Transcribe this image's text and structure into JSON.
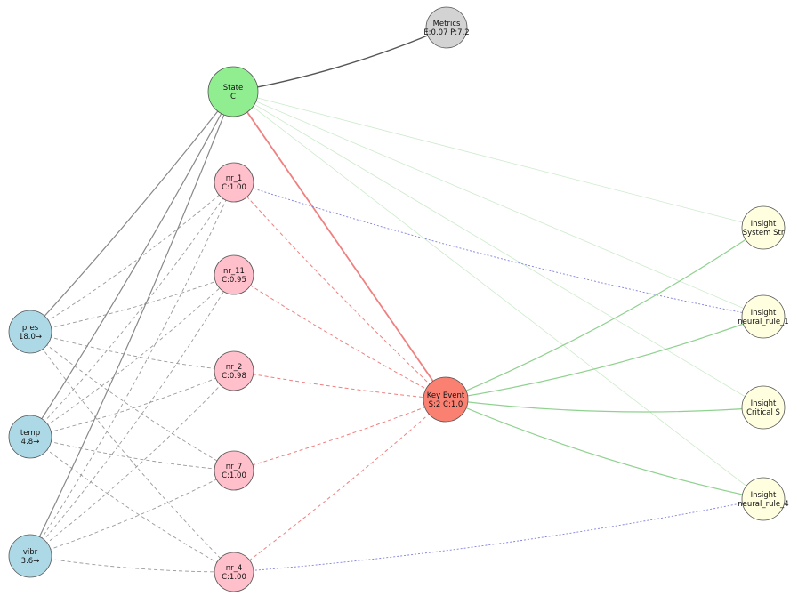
{
  "colors": {
    "sensor": "#add8e6",
    "rule": "#ffc0cb",
    "state": "#90ee90",
    "metrics": "#d3d3d3",
    "event": "#fa8072",
    "insight": "#ffffe0",
    "edge_gray": "#888888",
    "edge_dark": "#555555",
    "edge_red": "#f08080",
    "edge_green": "#8fd18f",
    "edge_purple": "#8080e0"
  },
  "nodes": [
    {
      "id": "metrics",
      "kind": "metrics",
      "line1": "Metrics",
      "line2": "E:0.07 P:7.2"
    },
    {
      "id": "state",
      "kind": "state",
      "line1": "State",
      "line2": "C"
    },
    {
      "id": "nr_1",
      "kind": "rule",
      "line1": "nr_1",
      "line2": "C:1.00"
    },
    {
      "id": "nr_11",
      "kind": "rule",
      "line1": "nr_11",
      "line2": "C:0.95"
    },
    {
      "id": "nr_2",
      "kind": "rule",
      "line1": "nr_2",
      "line2": "C:0.98"
    },
    {
      "id": "nr_7",
      "kind": "rule",
      "line1": "nr_7",
      "line2": "C:1.00"
    },
    {
      "id": "nr_4",
      "kind": "rule",
      "line1": "nr_4",
      "line2": "C:1.00"
    },
    {
      "id": "pres",
      "kind": "sensor",
      "line1": "pres",
      "line2": "18.0→"
    },
    {
      "id": "temp",
      "kind": "sensor",
      "line1": "temp",
      "line2": "4.8→"
    },
    {
      "id": "vibr",
      "kind": "sensor",
      "line1": "vibr",
      "line2": "3.6→"
    },
    {
      "id": "event",
      "kind": "event",
      "line1": "Key Event",
      "line2": "S:2 C:1.0"
    },
    {
      "id": "ins_1",
      "kind": "insight",
      "line1": "Insight",
      "line2": "System Str"
    },
    {
      "id": "ins_2",
      "kind": "insight",
      "line1": "Insight",
      "line2": "neural_rule_1"
    },
    {
      "id": "ins_3",
      "kind": "insight",
      "line1": "Insight",
      "line2": "Critical S"
    },
    {
      "id": "ins_4",
      "kind": "insight",
      "line1": "Insight",
      "line2": "neural_rule_4"
    }
  ],
  "edges": [
    {
      "from": "state",
      "to": "metrics",
      "style": "dark"
    },
    {
      "from": "pres",
      "to": "state",
      "style": "gray-solid"
    },
    {
      "from": "temp",
      "to": "state",
      "style": "gray-solid"
    },
    {
      "from": "vibr",
      "to": "state",
      "style": "gray-solid"
    },
    {
      "from": "pres",
      "to": "nr_1",
      "style": "gray-dash"
    },
    {
      "from": "pres",
      "to": "nr_11",
      "style": "gray-dash"
    },
    {
      "from": "pres",
      "to": "nr_2",
      "style": "gray-dash"
    },
    {
      "from": "pres",
      "to": "nr_7",
      "style": "gray-dash"
    },
    {
      "from": "pres",
      "to": "nr_4",
      "style": "gray-dash"
    },
    {
      "from": "temp",
      "to": "nr_1",
      "style": "gray-dash"
    },
    {
      "from": "temp",
      "to": "nr_11",
      "style": "gray-dash"
    },
    {
      "from": "temp",
      "to": "nr_2",
      "style": "gray-dash"
    },
    {
      "from": "temp",
      "to": "nr_7",
      "style": "gray-dash"
    },
    {
      "from": "temp",
      "to": "nr_4",
      "style": "gray-dash"
    },
    {
      "from": "vibr",
      "to": "nr_1",
      "style": "gray-dash"
    },
    {
      "from": "vibr",
      "to": "nr_11",
      "style": "gray-dash"
    },
    {
      "from": "vibr",
      "to": "nr_2",
      "style": "gray-dash"
    },
    {
      "from": "vibr",
      "to": "nr_7",
      "style": "gray-dash"
    },
    {
      "from": "vibr",
      "to": "nr_4",
      "style": "gray-dash"
    },
    {
      "from": "nr_1",
      "to": "event",
      "style": "red-dash"
    },
    {
      "from": "nr_11",
      "to": "event",
      "style": "red-dash"
    },
    {
      "from": "nr_2",
      "to": "event",
      "style": "red-dash"
    },
    {
      "from": "nr_7",
      "to": "event",
      "style": "red-dash"
    },
    {
      "from": "nr_4",
      "to": "event",
      "style": "red-dash"
    },
    {
      "from": "state",
      "to": "event",
      "style": "red-solid"
    },
    {
      "from": "state",
      "to": "ins_1",
      "style": "green-faint"
    },
    {
      "from": "state",
      "to": "ins_2",
      "style": "green-faint"
    },
    {
      "from": "state",
      "to": "ins_3",
      "style": "green-faint"
    },
    {
      "from": "state",
      "to": "ins_4",
      "style": "green-faint"
    },
    {
      "from": "event",
      "to": "ins_1",
      "style": "green"
    },
    {
      "from": "event",
      "to": "ins_2",
      "style": "green"
    },
    {
      "from": "event",
      "to": "ins_3",
      "style": "green"
    },
    {
      "from": "event",
      "to": "ins_4",
      "style": "green"
    },
    {
      "from": "nr_1",
      "to": "ins_2",
      "style": "purple-dot"
    },
    {
      "from": "nr_4",
      "to": "ins_4",
      "style": "purple-dot"
    }
  ]
}
